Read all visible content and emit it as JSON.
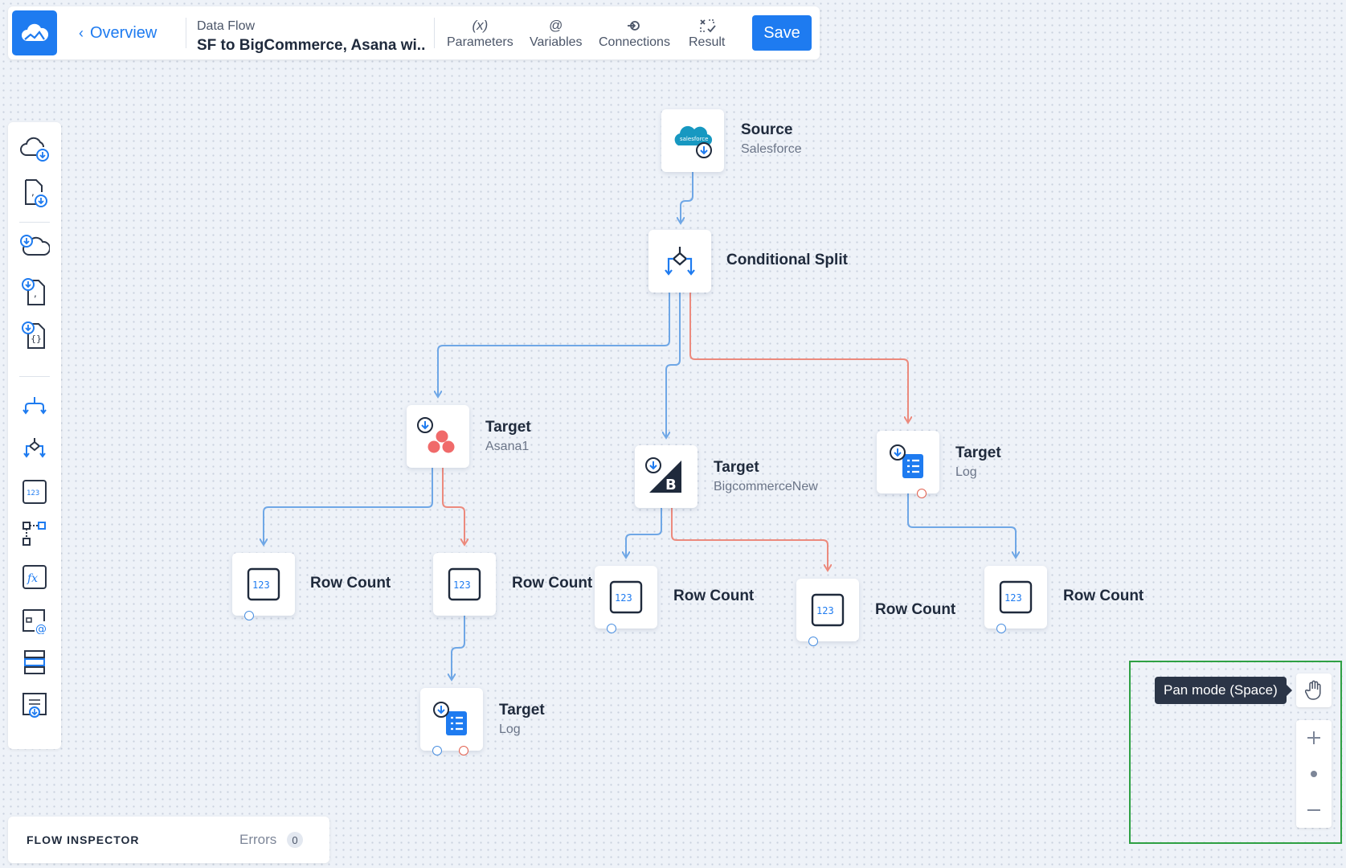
{
  "header": {
    "back_label": "Overview",
    "flow_kind": "Data Flow",
    "flow_name": "SF to BigCommerce, Asana wi...",
    "tools": [
      {
        "label": "Parameters",
        "icon": "(x)"
      },
      {
        "label": "Variables",
        "icon": "@"
      },
      {
        "label": "Connections",
        "icon": "connections-icon"
      },
      {
        "label": "Result",
        "icon": "result-icon"
      }
    ],
    "save_label": "Save"
  },
  "nodes": {
    "source": {
      "title": "Source",
      "subtitle": "Salesforce",
      "icon_text": "salesforce"
    },
    "split": {
      "title": "Conditional Split"
    },
    "target_asana": {
      "title": "Target",
      "subtitle": "Asana1"
    },
    "target_bigcommerce": {
      "title": "Target",
      "subtitle": "BigcommerceNew"
    },
    "target_log_right": {
      "title": "Target",
      "subtitle": "Log"
    },
    "row_count_1": {
      "title": "Row Count"
    },
    "row_count_2": {
      "title": "Row Count"
    },
    "row_count_3": {
      "title": "Row Count"
    },
    "row_count_4": {
      "title": "Row Count"
    },
    "row_count_5": {
      "title": "Row Count"
    },
    "target_log_bottom": {
      "title": "Target",
      "subtitle": "Log"
    }
  },
  "inspector": {
    "title": "FLOW INSPECTOR",
    "errors_label": "Errors",
    "errors_count": "0"
  },
  "zoom": {
    "tooltip": "Pan mode (Space)"
  },
  "colors": {
    "accent": "#1e7bf0",
    "success_edge": "#6fa7e6",
    "error_edge": "#ec8a7d",
    "highlight": "#2ea043"
  }
}
